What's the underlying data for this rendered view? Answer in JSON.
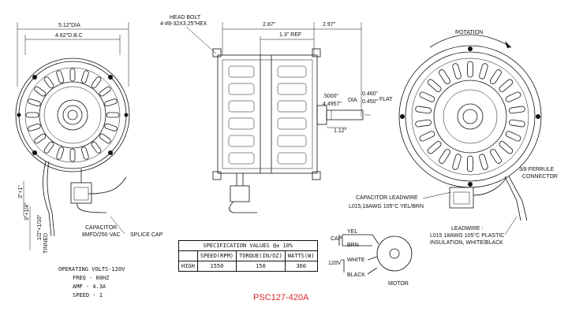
{
  "drawing": {
    "part_number": "PSC127-420A",
    "part_number_color": "#d9262b",
    "line_color": "#111111",
    "dims": {
      "dia_outer": "5.12\"DIA",
      "dia_bolt": "4.62\"D.B.C",
      "head_bolt_1": "HEAD BOLT",
      "head_bolt_2": "4-#8-32X3.25\"HEX",
      "side_overall": "2.87\"",
      "side_ref": "1.3\" REF",
      "side_right": "2.97\"",
      "shaft_dia_1": ".5000\"",
      "shaft_dia_2": "4.4957\"",
      "shaft_dia_3": "DIA",
      "flat_1": "0.460\"",
      "flat_2": "0.450\"",
      "flat_3": "FLAT",
      "shaft_len": "1.12\"",
      "lead_left_1": "3\"+1\"",
      "lead_left_2": "3\"+1/4\"",
      "lead_left_3": "1/2\"+1/16\"",
      "lead_left_4": "TINNED"
    },
    "labels": {
      "rotation": "ROTATION",
      "capacitor_1": "CAPACITOR",
      "capacitor_2": "8MFD/250 VAC",
      "splice_cap": "SPLICE CAP",
      "cap_leadwire_1": "CAPACITOR LEADWIRE",
      "cap_leadwire_2": "L015,18AWG 105°C YEL/BRN",
      "leadwire_1": "LEADWIRE :",
      "leadwire_2": "L015 18AWG 105°C PLASTIC",
      "leadwire_3": "INSULATION, WHITE/BLACK",
      "ferrule_1": "3/8 FERRULE",
      "ferrule_2": "CONNECTOR",
      "wiring_cap": "CAP",
      "wiring_yel": "YEL",
      "wiring_brn": "BRN",
      "wiring_120v": "120V",
      "wiring_white": "WHITE",
      "wiring_black": "BLACK",
      "wiring_motor": "MOTOR"
    },
    "spec_table": {
      "title": "SPECIFICATION VALUES @± 10%",
      "headers": [
        "",
        "SPEED(RPM)",
        "TORQUE(IN/OZ)",
        "WATTS(W)"
      ],
      "rows": [
        [
          "HIGH",
          "1550",
          "150",
          "360"
        ]
      ]
    },
    "operating": {
      "line1": "OPERATING VOLTS-120V",
      "line2": "FREQ - 60HZ",
      "line3": "AMP  - 4.3A",
      "line4": "SPEED - 1"
    }
  }
}
